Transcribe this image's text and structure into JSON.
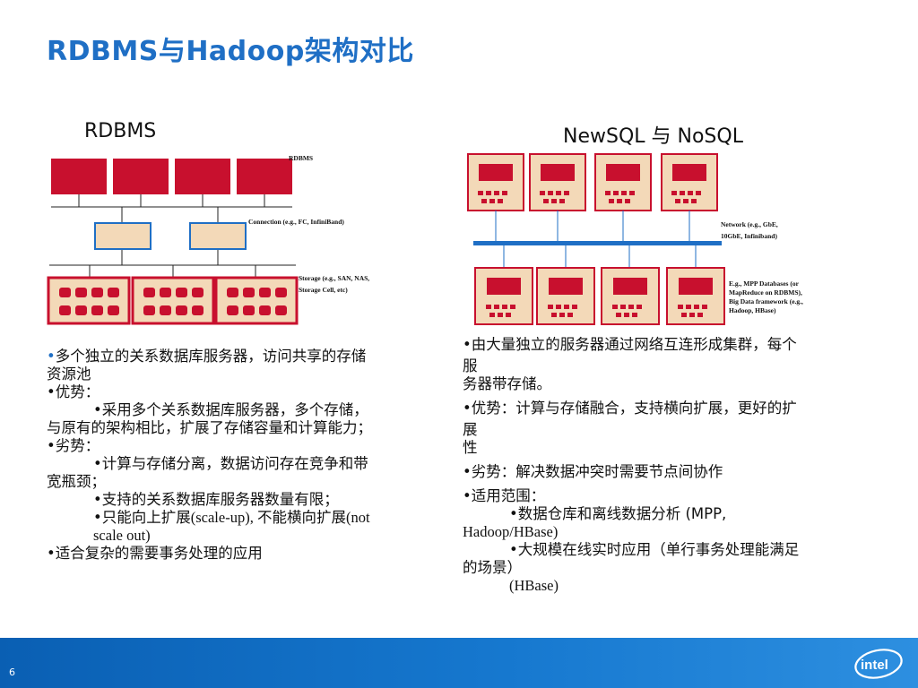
{
  "title": "RDBMS与Hadoop架构对比",
  "left": {
    "heading": "RDBMS",
    "diagram_labels": {
      "servers": "RDBMS",
      "connection": "Connection (e.g., FC, InfiniBand)",
      "storage_line1": "Storage (e.g., SAN, NAS,",
      "storage_line2": "Storage Cell, etc)"
    },
    "bullets": [
      "多个独立的关系数据库服务器，访问共享的存储",
      "资源池",
      "•优势：",
      "•采用多个关系数据库服务器，多个存储，",
      "与原有的架构相比，扩展了存储容量和计算能力；",
      "•劣势：",
      "•计算与存储分离，数据访问存在竞争和带",
      "宽瓶颈；",
      "•支持的关系数据库服务器数量有限；",
      "•只能向上扩展",
      "(scale-up), 不能横向扩展(not",
      "scale out)",
      "•适合复杂的需要事务处理的应用"
    ]
  },
  "right": {
    "heading": "NewSQL 与 NoSQL",
    "diagram_labels": {
      "network_line1": "Network (e.g., GbE,",
      "network_line2": "10GbE, Infiniband)",
      "examples_line1": "E.g., MPP Databases (or",
      "examples_line2": "MapReduce on RDBMS),",
      "examples_line3": "Big Data framework (e.g.,",
      "examples_line4": "Hadoop, HBase)"
    },
    "bullets": [
      "•由大量独立的服务器通过网络互连形成集群，每个",
      "服",
      "务器带存储。",
      "•优势：计算与存储融合，支持横向扩展，更好的扩",
      "展",
      "性",
      "•劣势：解决数据冲突时需要节点间协作",
      "•适用范围：",
      "•数据仓库和离线数据分析 (MPP,",
      "Hadoop/HBase)",
      "•大规模在线实时应用（单行事务处理能满足",
      "的场景）",
      "(HBase)"
    ]
  },
  "footer": {
    "page_number": "6",
    "logo_text": "intel",
    "color": "#1678cf"
  },
  "colors": {
    "title": "#1f6fc5",
    "server_red": "#c8102e",
    "node_fill": "#f3d9b8",
    "network_blue": "#1f6fc5"
  }
}
